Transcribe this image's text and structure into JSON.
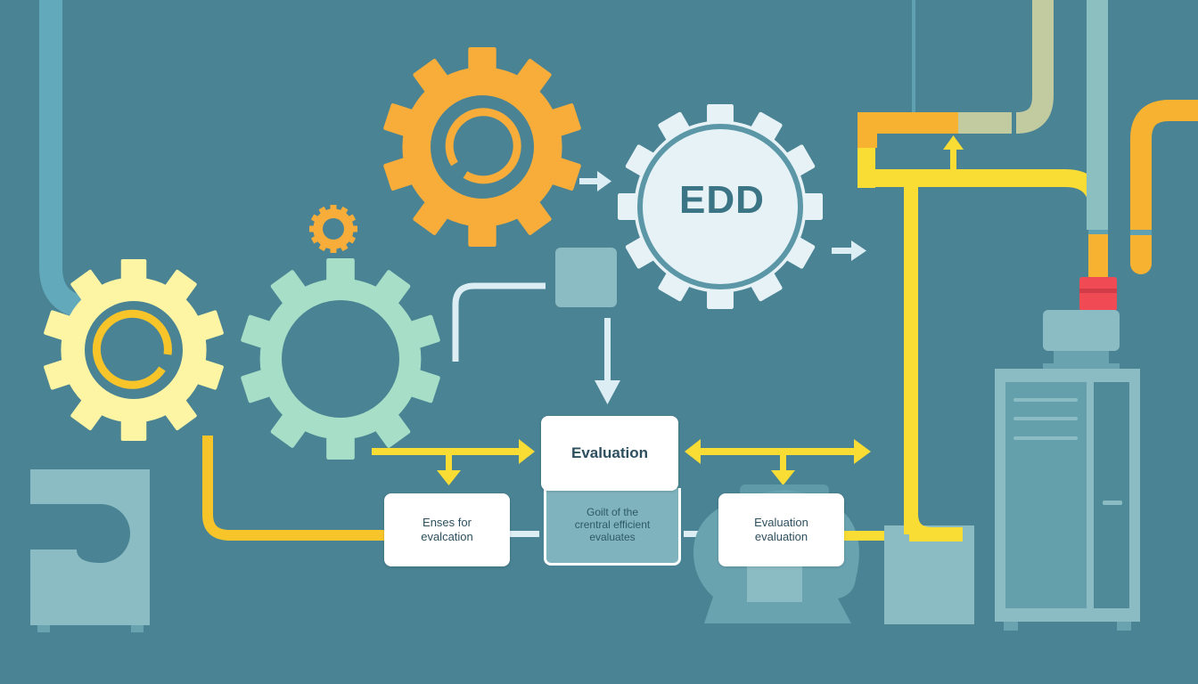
{
  "diagram": {
    "center_gear": {
      "label": "EDD"
    },
    "main_box": {
      "label": "Evaluation"
    },
    "sub_box": {
      "lines": [
        "Goilt of the",
        "crentral efficient",
        "evaluates"
      ]
    },
    "left_box": {
      "lines": [
        "Enses for",
        "evalcation"
      ]
    },
    "right_box": {
      "lines": [
        "Evaluation",
        "evaluation"
      ]
    }
  },
  "colors": {
    "background": "#4a8393",
    "orange_gear": "#f8ad3a",
    "yellow_gear": "#fdf5a4",
    "yellow_ring": "#f7c52a",
    "mint_gear": "#a7dec7",
    "edd_gear": "#e6f2f6",
    "pipe_yellow": "#f9dc34",
    "pipe_orange": "#f8b232",
    "pipe_sage": "#c2ca9f",
    "pipe_teal": "#6aaebd",
    "machine": "#8bbcc3",
    "valve_red": "#f04b55"
  }
}
